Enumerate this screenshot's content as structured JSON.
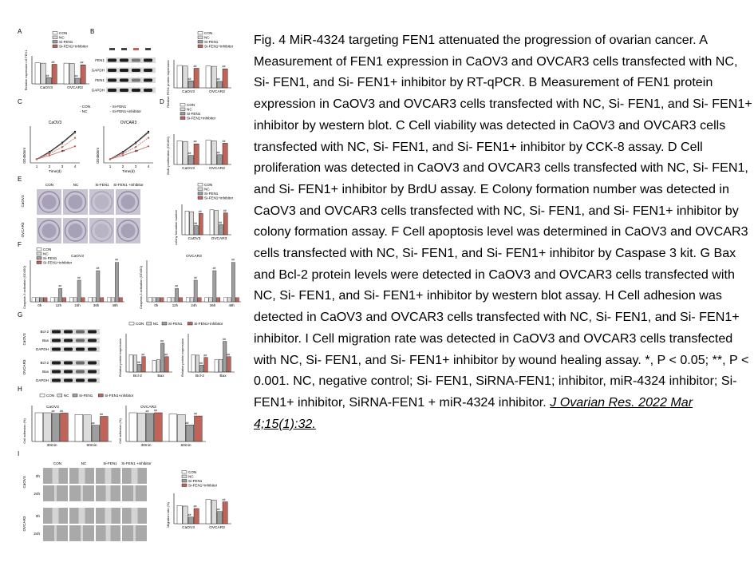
{
  "caption": {
    "text": "Fig. 4 MiR-4324 targeting FEN1 attenuated the progression of ovarian cancer. A Measurement of FEN1 expression in CaOV3 and OVCAR3 cells transfected with NC, Si- FEN1, and Si- FEN1+ inhibitor by RT-qPCR. B Measurement of FEN1 protein expression in CaOV3 and OVCAR3 cells transfected with NC, Si- FEN1, and Si- FEN1+ inhibitor by western blot. C Cell viability was detected in CaOV3 and OVCAR3 cells transfected with NC, Si- FEN1, and Si- FEN1+ inhibitor by CCK-8 assay. D Cell proliferation was detected in CaOV3 and OVCAR3 cells transfected with NC, Si- FEN1, and Si- FEN1+ inhibitor by BrdU assay. E Colony formation number was detected in CaOV3 and OVCAR3 cells transfected with NC, Si- FEN1, and Si- FEN1+ inhibitor by colony formation assay. F Cell apoptosis level was determined in CaOV3 and OVCAR3 cells transfected with NC, Si- FEN1, and Si- FEN1+ inhibitor by Caspase 3 kit. G Bax and Bcl-2 protein levels were detected in CaOV3 and OVCAR3 cells transfected with NC, Si- FEN1, and Si- FEN1+ inhibitor by western blot assay. H Cell adhesion was detected in CaOV3 and OVCAR3 cells transfected with NC, Si- FEN1, and Si- FEN1+ inhibitor. I Cell migration rate was detected in CaOV3 and OVCAR3 cells transfected with NC, Si- FEN1, and Si- FEN1+ inhibitor by wound healing assay. *, P < 0.05; **, P < 0.001. NC, negative control; Si- FEN1, SiRNA-FEN1; inhibitor, miR-4324 inhibitor; Si- FEN1+ inhibitor, SiRNA-FEN1 + miR-4324 inhibitor.",
    "citation": "J Ovarian Res. 2022 Mar 4;15(1):32."
  },
  "figure": {
    "panel_letters": [
      "A",
      "B",
      "C",
      "D",
      "E",
      "F",
      "G",
      "H",
      "I"
    ],
    "legend4": [
      "CON",
      "NC",
      "Si-FEN1",
      "Si-FEN1+inhibitor"
    ],
    "legend4_short": [
      "CON",
      "NC",
      "Si-FEN1",
      "Si-FEN1+inhibitor"
    ],
    "cells": [
      "CaOV3",
      "OVCAR3"
    ],
    "blot_labels_b": [
      "FEN1",
      "GAPDH",
      "FEN1",
      "GAPDH"
    ],
    "blot_labels_g": [
      "Bcl-2",
      "Bax",
      "GAPDH",
      "Bcl-2",
      "Bax",
      "GAPDH"
    ],
    "ylab_a": "Relative expression of FEN1",
    "ylab_b": "Relative FEN1 protein expression",
    "ylab_c": "OD450nm",
    "xlab_c": "Time(d)",
    "ylab_d": "BrdU proliferation (OD450)",
    "ylab_e": "colony formation number",
    "ylab_f": "Caspase-3 activation (OD450)",
    "ylab_g": "Relative protein expression",
    "ylab_h": "Cell adhesion (%)",
    "ylab_i": "Migration rate (%)",
    "f_ticks": [
      "0h",
      "12h",
      "24h",
      "36h",
      "48h"
    ],
    "g_groups": [
      "Bcl-2",
      "Bax"
    ],
    "h_groups": [
      "30min",
      "60min"
    ],
    "i_rows": [
      "0h",
      "24h"
    ],
    "e_cols": [
      "CON",
      "NC",
      "Si-FEN1",
      "Si-FEN1 +inhibitor"
    ],
    "i_cols": [
      "CON",
      "NC",
      "Si-FEN1",
      "Si-FEN1 +inhibitor"
    ],
    "sig": "##",
    "colors": {
      "con": "#ffffff",
      "nc": "#dcdcdc",
      "si": "#9e9e9e",
      "inh": "#c0645a",
      "colony_bg": "#c8c4d2",
      "dish": "#8c84a0"
    }
  }
}
